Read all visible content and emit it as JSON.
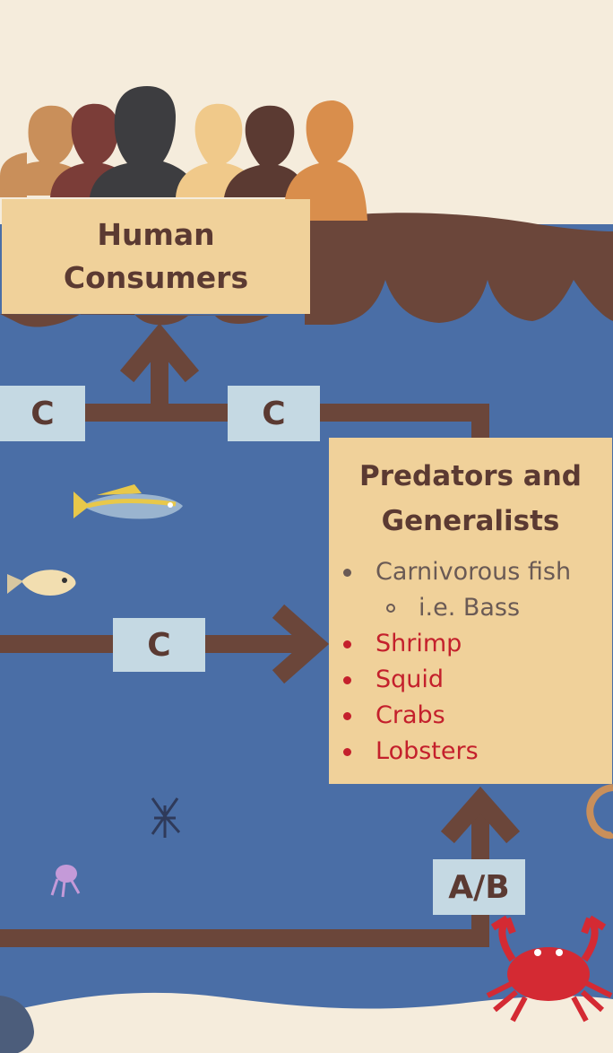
{
  "human_consumers": {
    "line1": "Human",
    "line2": "Consumers"
  },
  "labels": {
    "c_left": "C",
    "c_mid": "C",
    "c_lower": "C",
    "ab": "A/B"
  },
  "predators": {
    "title_line1": "Predators and",
    "title_line2": "Generalists",
    "items": [
      {
        "text": "Carnivorous fish",
        "level": 1,
        "highlight": false
      },
      {
        "text": "i.e. Bass",
        "level": 2,
        "highlight": false
      },
      {
        "text": "Shrimp",
        "level": 1,
        "highlight": true
      },
      {
        "text": "Squid",
        "level": 1,
        "highlight": true
      },
      {
        "text": "Crabs",
        "level": 1,
        "highlight": true
      },
      {
        "text": "Lobsters",
        "level": 1,
        "highlight": true
      }
    ]
  },
  "colors": {
    "background": "#f5ecdc",
    "ocean": "#4a6ea6",
    "wave": "#6b463a",
    "arrow": "#6b463a",
    "box": "#f0d19a",
    "label_box": "#c5d9e3",
    "title_text": "#5b3a32",
    "body_text": "#6a5a55",
    "highlight_text": "#c4202c"
  }
}
